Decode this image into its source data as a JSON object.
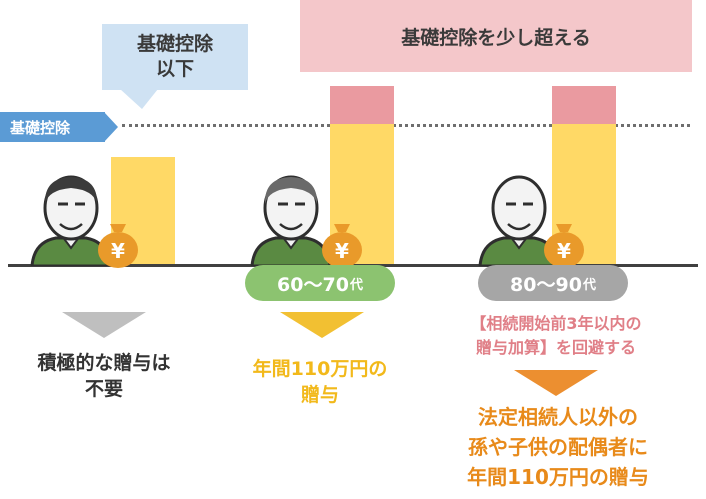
{
  "deduction_tag": "基礎控除",
  "callout_below": {
    "line1": "基礎控除",
    "line2": "以下"
  },
  "callout_above": "基礎控除を少し超える",
  "scenarios": [
    {
      "age_badge": "",
      "result_line1": "積極的な贈与は",
      "result_line2": "不要"
    },
    {
      "age_badge": "60～70",
      "age_suffix": "代",
      "result_line1": "年間110万円の",
      "result_line2": "贈与"
    },
    {
      "age_badge": "80～90",
      "age_suffix": "代",
      "note_line1": "【相続開始前3年以内の",
      "note_line2": "贈与加算】を回避する",
      "result_line1": "法定相続人以外の",
      "result_line2": "孫や子供の配偶者に",
      "result_line3": "年間110万円の贈与"
    }
  ],
  "colors": {
    "blue_callout": "#cfe2f3",
    "pink_callout": "#f4c7ca",
    "tag_blue": "#5b9bd5",
    "bar_yellow": "#ffd966",
    "bar_pink": "#ea9aa0",
    "badge_green": "#8cc370",
    "badge_gray": "#a6a6a6",
    "arrow_gray": "#bfbfbf",
    "arrow_yellow": "#f2c032",
    "arrow_orange": "#ec8f30",
    "text_orange": "#e88a1a",
    "text_pink": "#e07f87",
    "shirt_green": "#5a8a42",
    "money_bag": "#e99a2a"
  },
  "icons": [
    "elderly-person-icon",
    "money-bag-icon",
    "yen-icon",
    "arrow-down-icon"
  ]
}
